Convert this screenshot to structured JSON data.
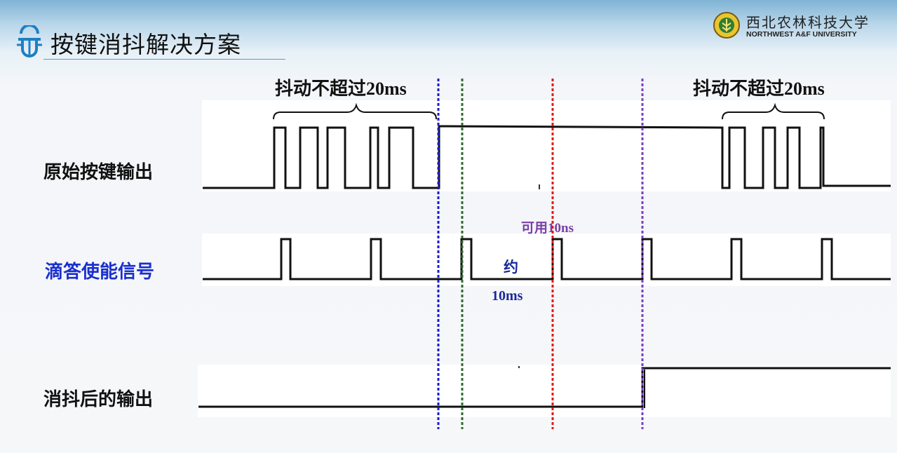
{
  "slide": {
    "title": "按键消抖解决方案"
  },
  "logo": {
    "name_cn": "西北农林科技大学",
    "name_en": "NORTHWEST A&F UNIVERSITY"
  },
  "signals": {
    "raw_label": "原始按键输出",
    "tick_label": "滴答使能信号",
    "debounced_label": "消抖后的输出"
  },
  "annotations": {
    "bounce_left": "抖动不超过20ms",
    "bounce_right": "抖动不超过20ms",
    "available": "可用10ns",
    "approx_char": "约",
    "approx_value": "10ms"
  },
  "colors": {
    "blue_line": "#1a1ad6",
    "green_line": "#2e6b2e",
    "red_line": "#e01818",
    "purple_line": "#7a3fc0",
    "purple_text": "#7a3fa8",
    "navy_text": "#1a2a9a"
  }
}
